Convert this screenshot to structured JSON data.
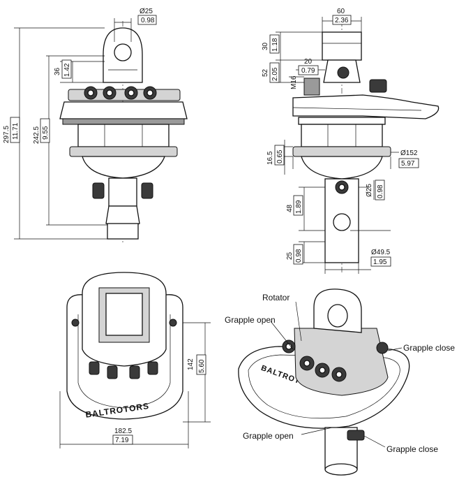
{
  "front_view": {
    "dim_hole": {
      "mm": "Ø25",
      "in": "0.98"
    },
    "dim_eye": {
      "mm": "36",
      "in": "1.42"
    },
    "dim_body": {
      "mm": "242.5",
      "in": "9.55"
    },
    "dim_total": {
      "mm": "297.5",
      "in": "11.71"
    }
  },
  "side_view": {
    "dim_top_width": {
      "mm": "60",
      "in": "2.36"
    },
    "dim_eye_height": {
      "mm": "30",
      "in": "1.18"
    },
    "dim_port": {
      "mm": "20",
      "in": "0.79"
    },
    "dim_thread": "M16",
    "dim_upper": {
      "mm": "52",
      "in": "2.05"
    },
    "dim_flange_thk": {
      "mm": "16.5",
      "in": "0.65"
    },
    "dim_flange_dia": {
      "mm": "Ø152",
      "in": "5.97"
    },
    "dim_shaft_hole": {
      "mm": "Ø25",
      "in": "0.98"
    },
    "dim_hole_spacing": {
      "mm": "48",
      "in": "1.89"
    },
    "dim_shaft_end": {
      "mm": "25",
      "in": "0.98"
    },
    "dim_shaft_dia": {
      "mm": "Ø49.5",
      "in": "1.95"
    }
  },
  "top_view": {
    "dim_depth": {
      "mm": "142",
      "in": "5.60"
    },
    "dim_width": {
      "mm": "182.5",
      "in": "7.19"
    },
    "brand": "BALTROTORS"
  },
  "iso_view": {
    "callouts": {
      "rotator": "Rotator",
      "grapple_open_top": "Grapple open",
      "grapple_close_top": "Grapple close",
      "grapple_open_bottom": "Grapple open",
      "grapple_close_bottom": "Grapple close"
    },
    "brand": "BALTROTORS"
  }
}
